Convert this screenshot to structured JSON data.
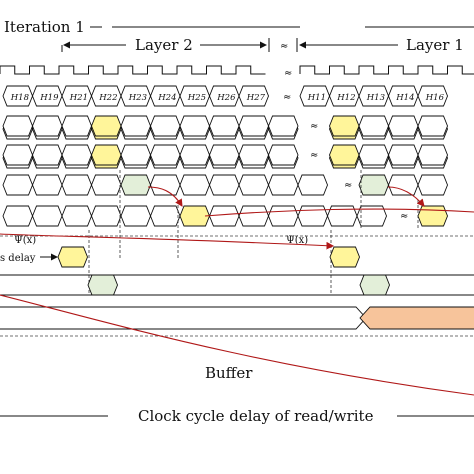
{
  "header": {
    "iteration_label": "Iteration 1",
    "layer_left_label": "Layer 2",
    "layer_right_label": "Layer 1",
    "break_mark": "≈"
  },
  "h_labels_left": [
    "H18",
    "H19",
    "H21",
    "H22",
    "H23",
    "H24",
    "H25",
    "H26",
    "H27"
  ],
  "h_labels_right": [
    "H11",
    "H12",
    "H13",
    "H14",
    "H16"
  ],
  "annotations": {
    "psi_left": "Ψ(x)",
    "psi_right": "Ψ(x)",
    "delay_label": "s delay",
    "buffer_label": "Buffer",
    "bottom_caption": "Clock cycle delay of read/write"
  },
  "colors": {
    "highlight_yellow": "#fff59a",
    "highlight_green": "#e3efd9",
    "buffer_fill": "#f7c49b",
    "curve": "#b01818"
  }
}
